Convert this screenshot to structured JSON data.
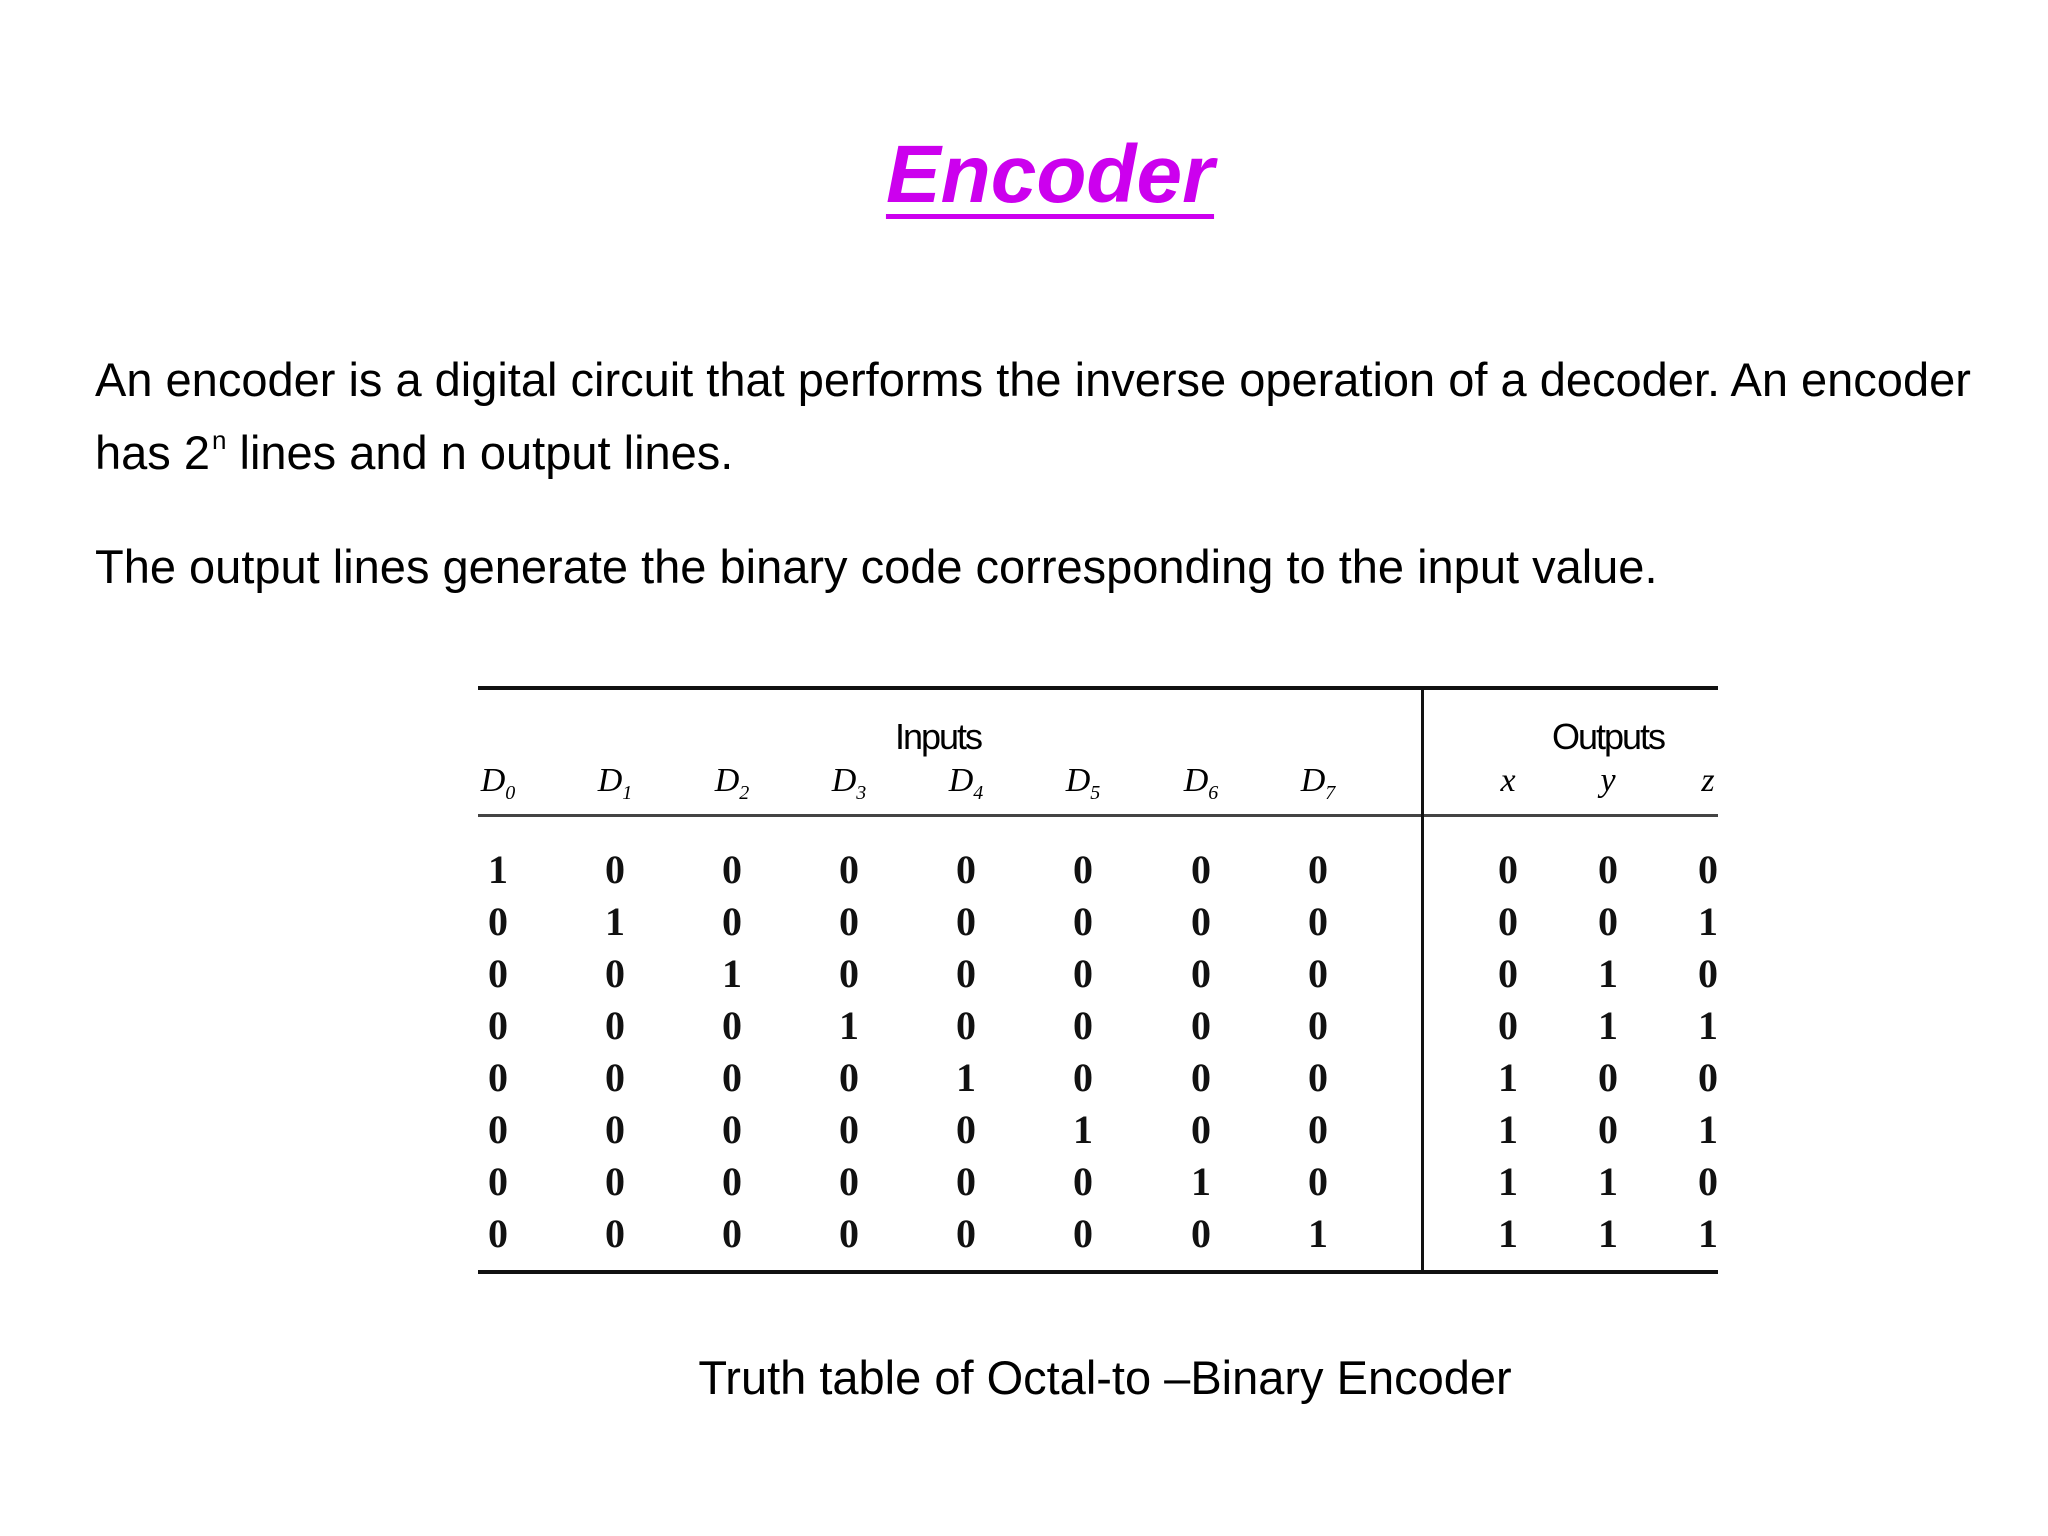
{
  "title": "Encoder",
  "paragraph1_a": "An encoder is a digital  circuit that  performs the inverse operation of a decoder. An encoder has  2",
  "paragraph1_sup": "n",
  "paragraph1_b": "  lines and n output lines.",
  "paragraph2": "The output lines generate the binary code corresponding to the input value.",
  "table": {
    "group_inputs": "Inputs",
    "group_outputs": "Outputs",
    "input_headers": [
      "D",
      "D",
      "D",
      "D",
      "D",
      "D",
      "D",
      "D"
    ],
    "input_subscripts": [
      "0",
      "1",
      "2",
      "3",
      "4",
      "5",
      "6",
      "7"
    ],
    "output_headers": [
      "x",
      "y",
      "z"
    ],
    "rows": [
      [
        1,
        0,
        0,
        0,
        0,
        0,
        0,
        0,
        0,
        0,
        0
      ],
      [
        0,
        1,
        0,
        0,
        0,
        0,
        0,
        0,
        0,
        0,
        1
      ],
      [
        0,
        0,
        1,
        0,
        0,
        0,
        0,
        0,
        0,
        1,
        0
      ],
      [
        0,
        0,
        0,
        1,
        0,
        0,
        0,
        0,
        0,
        1,
        1
      ],
      [
        0,
        0,
        0,
        0,
        1,
        0,
        0,
        0,
        1,
        0,
        0
      ],
      [
        0,
        0,
        0,
        0,
        0,
        1,
        0,
        0,
        1,
        0,
        1
      ],
      [
        0,
        0,
        0,
        0,
        0,
        0,
        1,
        0,
        1,
        1,
        0
      ],
      [
        0,
        0,
        0,
        0,
        0,
        0,
        0,
        1,
        1,
        1,
        1
      ]
    ]
  },
  "caption": "Truth table of Octal-to –Binary Encoder"
}
